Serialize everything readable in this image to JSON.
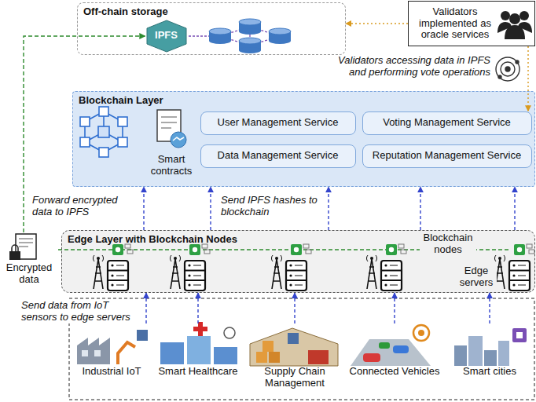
{
  "diagram": {
    "nodes": [
      {
        "text": [
          "Off-chain storage"
        ]
      },
      {
        "text": [
          "IPFS"
        ],
        "in": 0
      },
      {
        "text": [
          "Validators implemented as oracle services"
        ]
      },
      {
        "text": [
          "Blockchain Layer"
        ]
      },
      {
        "text": [
          "User Management Service"
        ],
        "in": 3
      },
      {
        "text": [
          "Voting Management Service"
        ],
        "in": 3
      },
      {
        "text": [
          "Data Management Service"
        ],
        "in": 3
      },
      {
        "text": [
          "Reputation Management Service"
        ],
        "in": 3
      },
      {
        "text": [
          "Edge Layer with Blockchain Nodes"
        ]
      },
      {
        "text": [
          "Encrypted data"
        ]
      },
      {
        "text": [
          "Industrial IoT"
        ]
      },
      {
        "text": [
          "Smart Healthcare"
        ]
      },
      {
        "text": [
          "Supply Chain Management"
        ]
      },
      {
        "text": [
          "Connected Vehicles"
        ]
      },
      {
        "text": [
          "Smart cities"
        ]
      }
    ],
    "edges": [
      {
        "from": 9,
        "to": 1,
        "arrow": "to"
      },
      {
        "from": 2,
        "to": 0,
        "arrow": "to"
      },
      {
        "from": 2,
        "to": 5,
        "arrow": "to"
      },
      {
        "from": 8,
        "to": 3,
        "arrow": "to"
      },
      {
        "from": 8,
        "to": 3,
        "arrow": "to"
      },
      {
        "from": 8,
        "to": 3,
        "arrow": "to"
      },
      {
        "from": 8,
        "to": 3,
        "arrow": "to"
      },
      {
        "from": 8,
        "to": 3,
        "arrow": "to"
      },
      {
        "from": 10,
        "to": 8,
        "arrow": "to"
      },
      {
        "from": 11,
        "to": 8,
        "arrow": "to"
      },
      {
        "from": 12,
        "to": 8,
        "arrow": "to"
      },
      {
        "from": 13,
        "to": 8,
        "arrow": "to"
      },
      {
        "from": 14,
        "to": 8,
        "arrow": "to"
      }
    ],
    "labels": [
      "Validators accessing data in IPFS and performing vote operations",
      "Smart contracts",
      "Forward encrypted data to IPFS",
      "Send IPFS hashes to blockchain",
      "Blockchain nodes",
      "Edge servers",
      "Send data from IoT sensors to edge servers"
    ]
  }
}
